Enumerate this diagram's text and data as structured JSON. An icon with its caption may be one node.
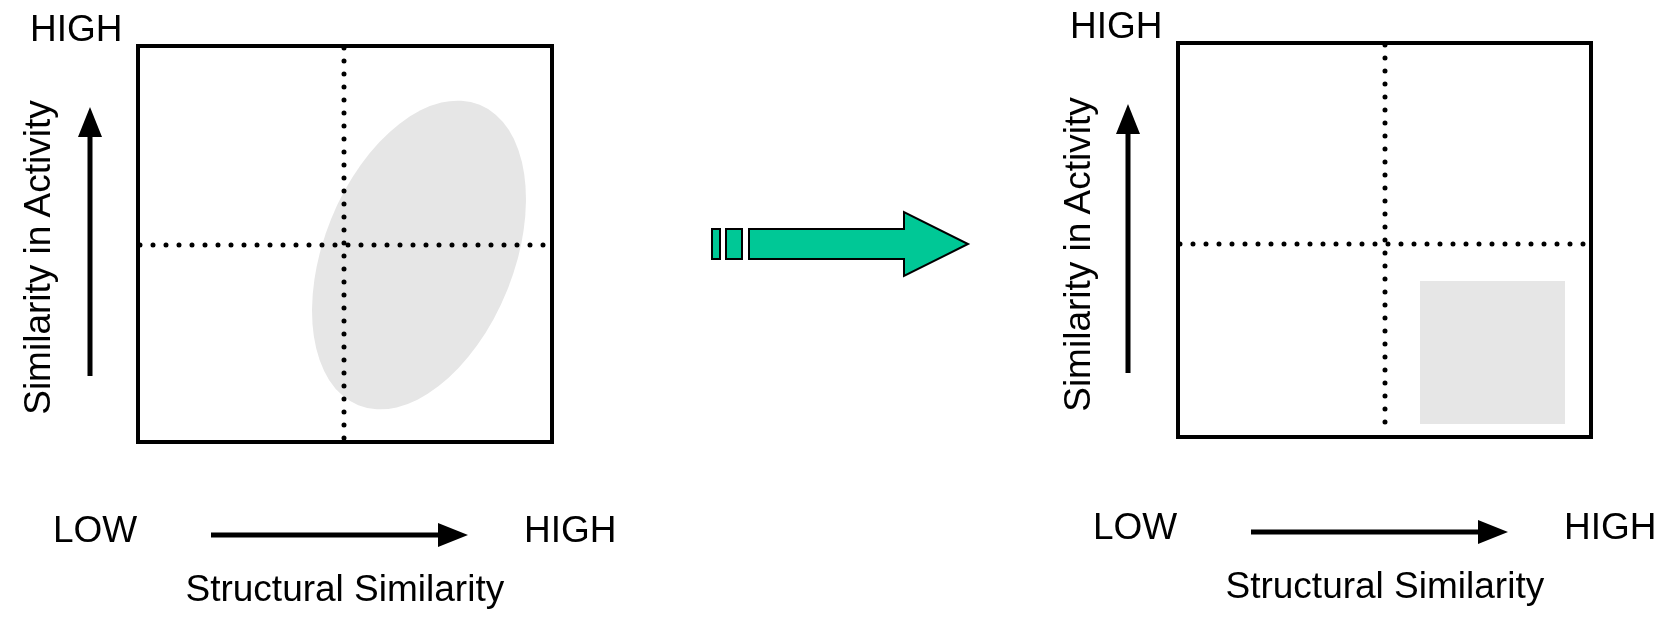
{
  "diagram": {
    "nodes": [
      {
        "text": [],
        "shape": "box"
      },
      {
        "text": [],
        "shape": "ellipse",
        "in": 0
      },
      {
        "text": [],
        "shape": "arrow"
      },
      {
        "text": [],
        "shape": "box"
      },
      {
        "text": [],
        "shape": "box",
        "in": 3
      }
    ],
    "labels": [
      "HIGH",
      "Similarity in Activity",
      "LOW",
      "HIGH",
      "Structural Similarity",
      "HIGH",
      "Similarity in Activity",
      "LOW",
      "HIGH",
      "Structural Similarity"
    ]
  }
}
